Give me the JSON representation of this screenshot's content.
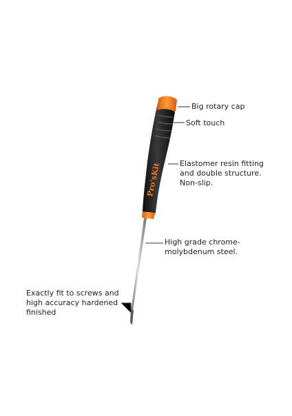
{
  "diagram": {
    "brand": "Pro'sKit",
    "callouts": [
      {
        "id": "cap",
        "text": "Big rotary cap"
      },
      {
        "id": "soft",
        "text": "Soft touch"
      },
      {
        "id": "elastomer",
        "text": "Elastomer resin fitting\nand double structure.\nNon-slip."
      },
      {
        "id": "steel",
        "text": "High grade chrome-\nmolybdenum steel."
      },
      {
        "id": "tip",
        "text": "Exactly fit to screws and\nhigh accuracy hardened\nfinished"
      }
    ]
  },
  "colors": {
    "handle_orange": "#f07a1a",
    "handle_black": "#1c1c1c",
    "shaft_steel": "#9a9a9a",
    "leader_line": "#333333",
    "brand_text": "#e87a22"
  }
}
